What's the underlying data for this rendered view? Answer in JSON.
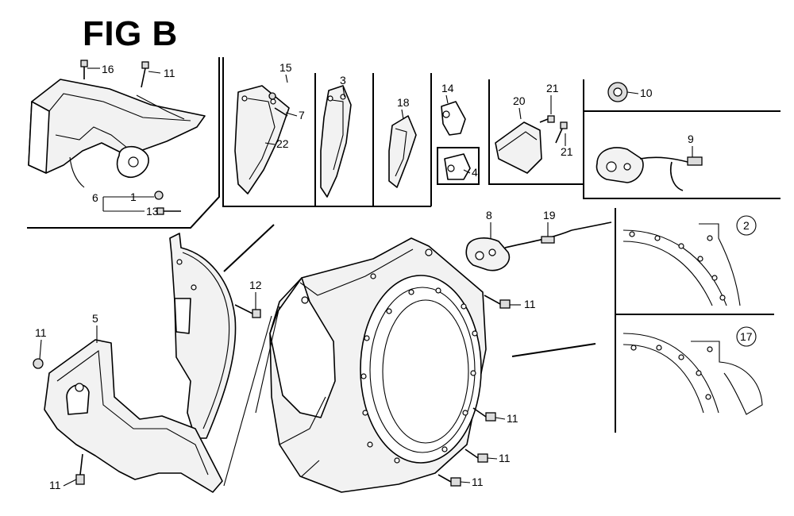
{
  "title": "FIG B",
  "callouts": {
    "c16": "16",
    "c11a": "11",
    "c6": "6",
    "c1": "1",
    "c13": "13",
    "c15": "15",
    "c7": "7",
    "c22": "22",
    "c3": "3",
    "c18": "18",
    "c14": "14",
    "c4": "4",
    "c20": "20",
    "c21a": "21",
    "c21b": "21",
    "c10": "10",
    "c9": "9",
    "c8": "8",
    "c19": "19",
    "c2": "2",
    "c17": "17",
    "c12": "12",
    "c5": "5",
    "c11b": "11",
    "c11c": "11",
    "c11d": "11",
    "c11e": "11",
    "c11f": "11",
    "c11g": "11"
  }
}
